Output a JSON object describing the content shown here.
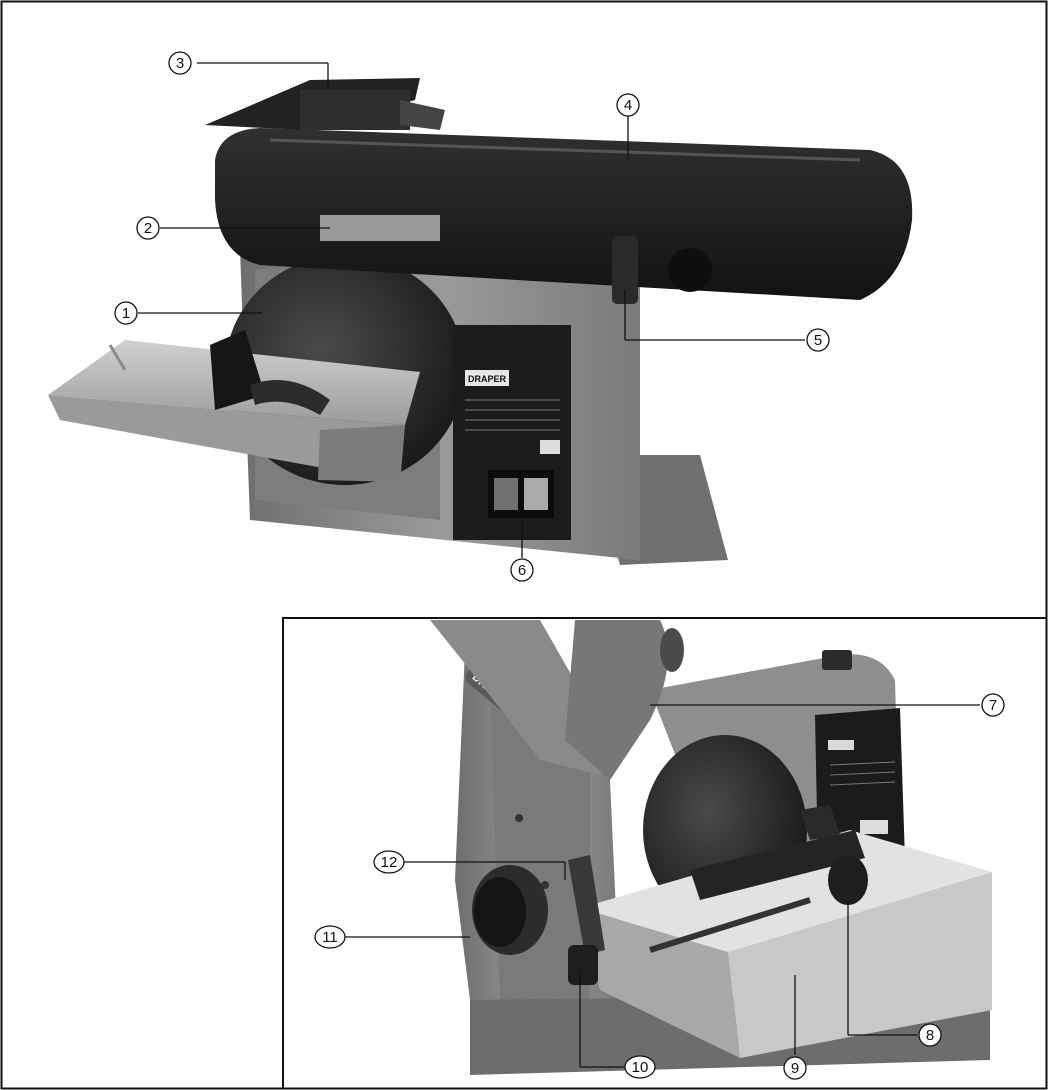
{
  "brand": "DRAPER",
  "callouts": {
    "c1": "1",
    "c2": "2",
    "c3": "3",
    "c4": "4",
    "c5": "5",
    "c6": "6",
    "c7": "7",
    "c8": "8",
    "c9": "9",
    "c10": "10",
    "c11": "11",
    "c12": "12"
  },
  "colors": {
    "housing": "#8a8a8a",
    "housing_dark": "#5e5e5e",
    "belt": "#1c1c1c",
    "table": "#b4b4b4",
    "line": "#111111"
  }
}
